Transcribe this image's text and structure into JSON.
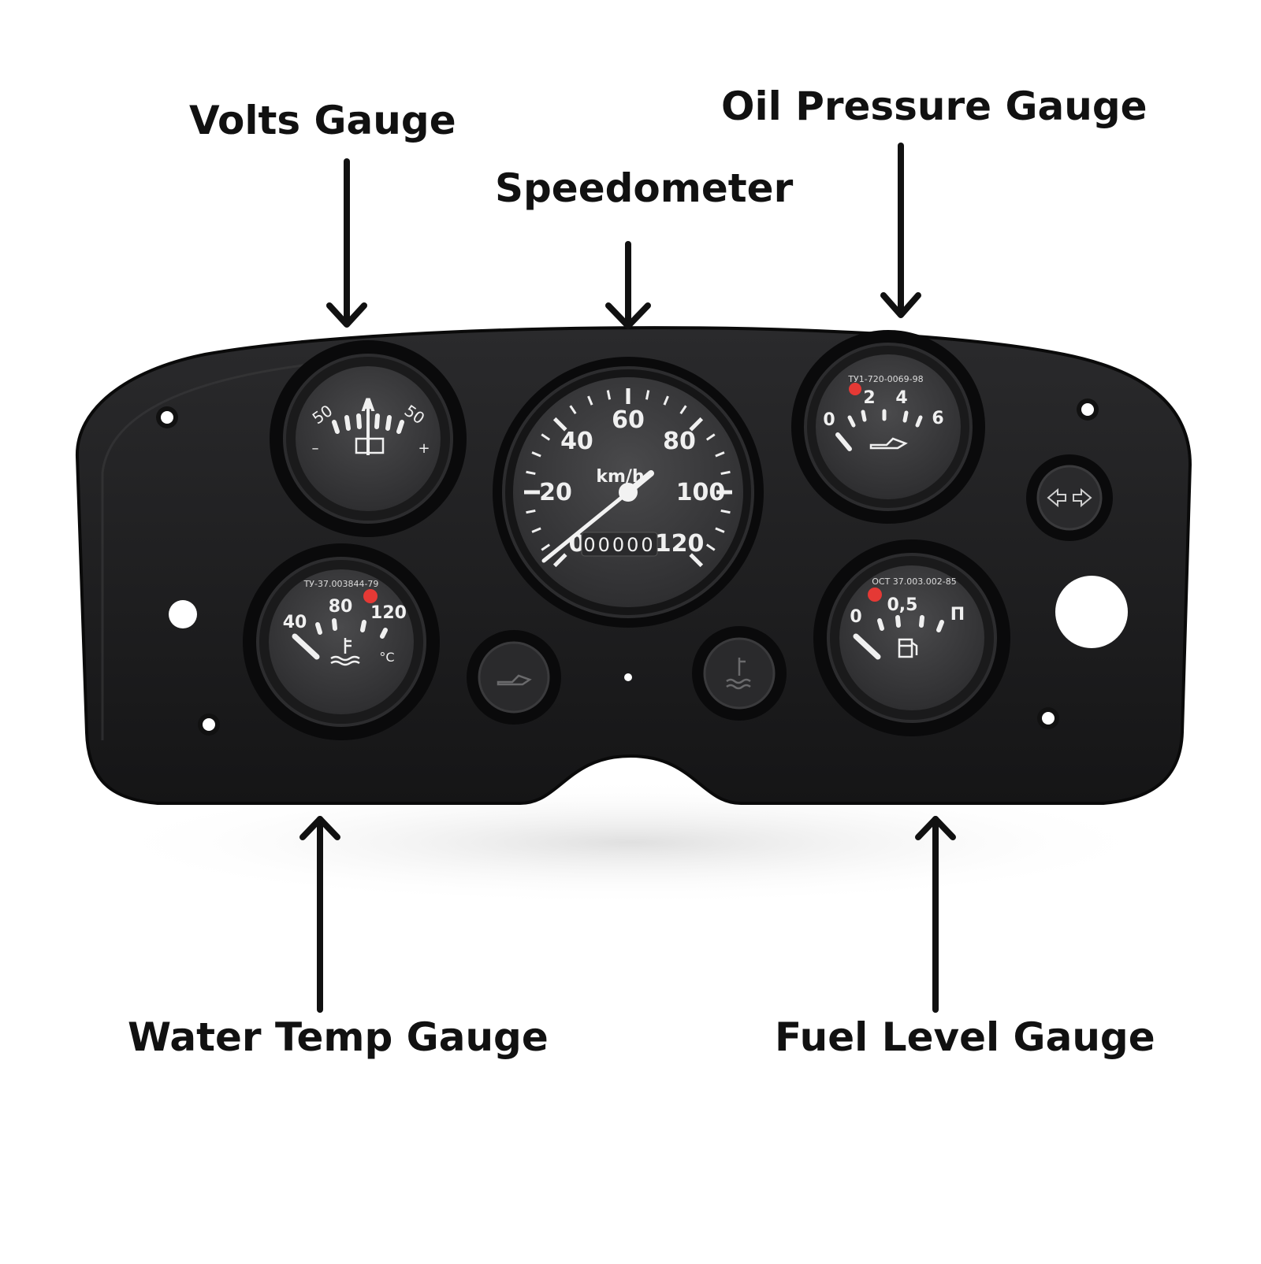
{
  "labels": {
    "volts": "Volts Gauge",
    "speedometer": "Speedometer",
    "oil_pressure": "Oil Pressure Gauge",
    "water_temp": "Water Temp Gauge",
    "fuel_level": "Fuel Level Gauge"
  },
  "speedometer": {
    "ticks": [
      "0",
      "20",
      "40",
      "60",
      "80",
      "100",
      "120"
    ],
    "unit": "km/h",
    "odometer": "00000"
  },
  "ammeter": {
    "ticks": [
      "50",
      "50"
    ],
    "symbol": "A",
    "minus": "–",
    "plus": "+"
  },
  "oil_gauge": {
    "ticks": [
      "0",
      "2",
      "4",
      "6"
    ],
    "serial": "ТУ1-720-0069-98"
  },
  "temp_gauge": {
    "ticks": [
      "40",
      "80",
      "120"
    ],
    "unit": "°C",
    "serial": "ТУ-37.003844-79"
  },
  "fuel_gauge": {
    "ticks": [
      "0",
      "0,5",
      "П"
    ],
    "serial": "ОСТ 37.003.002-85"
  },
  "colors": {
    "panel": "#1c1c1e",
    "dial": "#3e3e40",
    "bezel": "#0c0c0d",
    "needle": "#f2f2f2",
    "warning": "#e53935",
    "text": "#111111"
  }
}
